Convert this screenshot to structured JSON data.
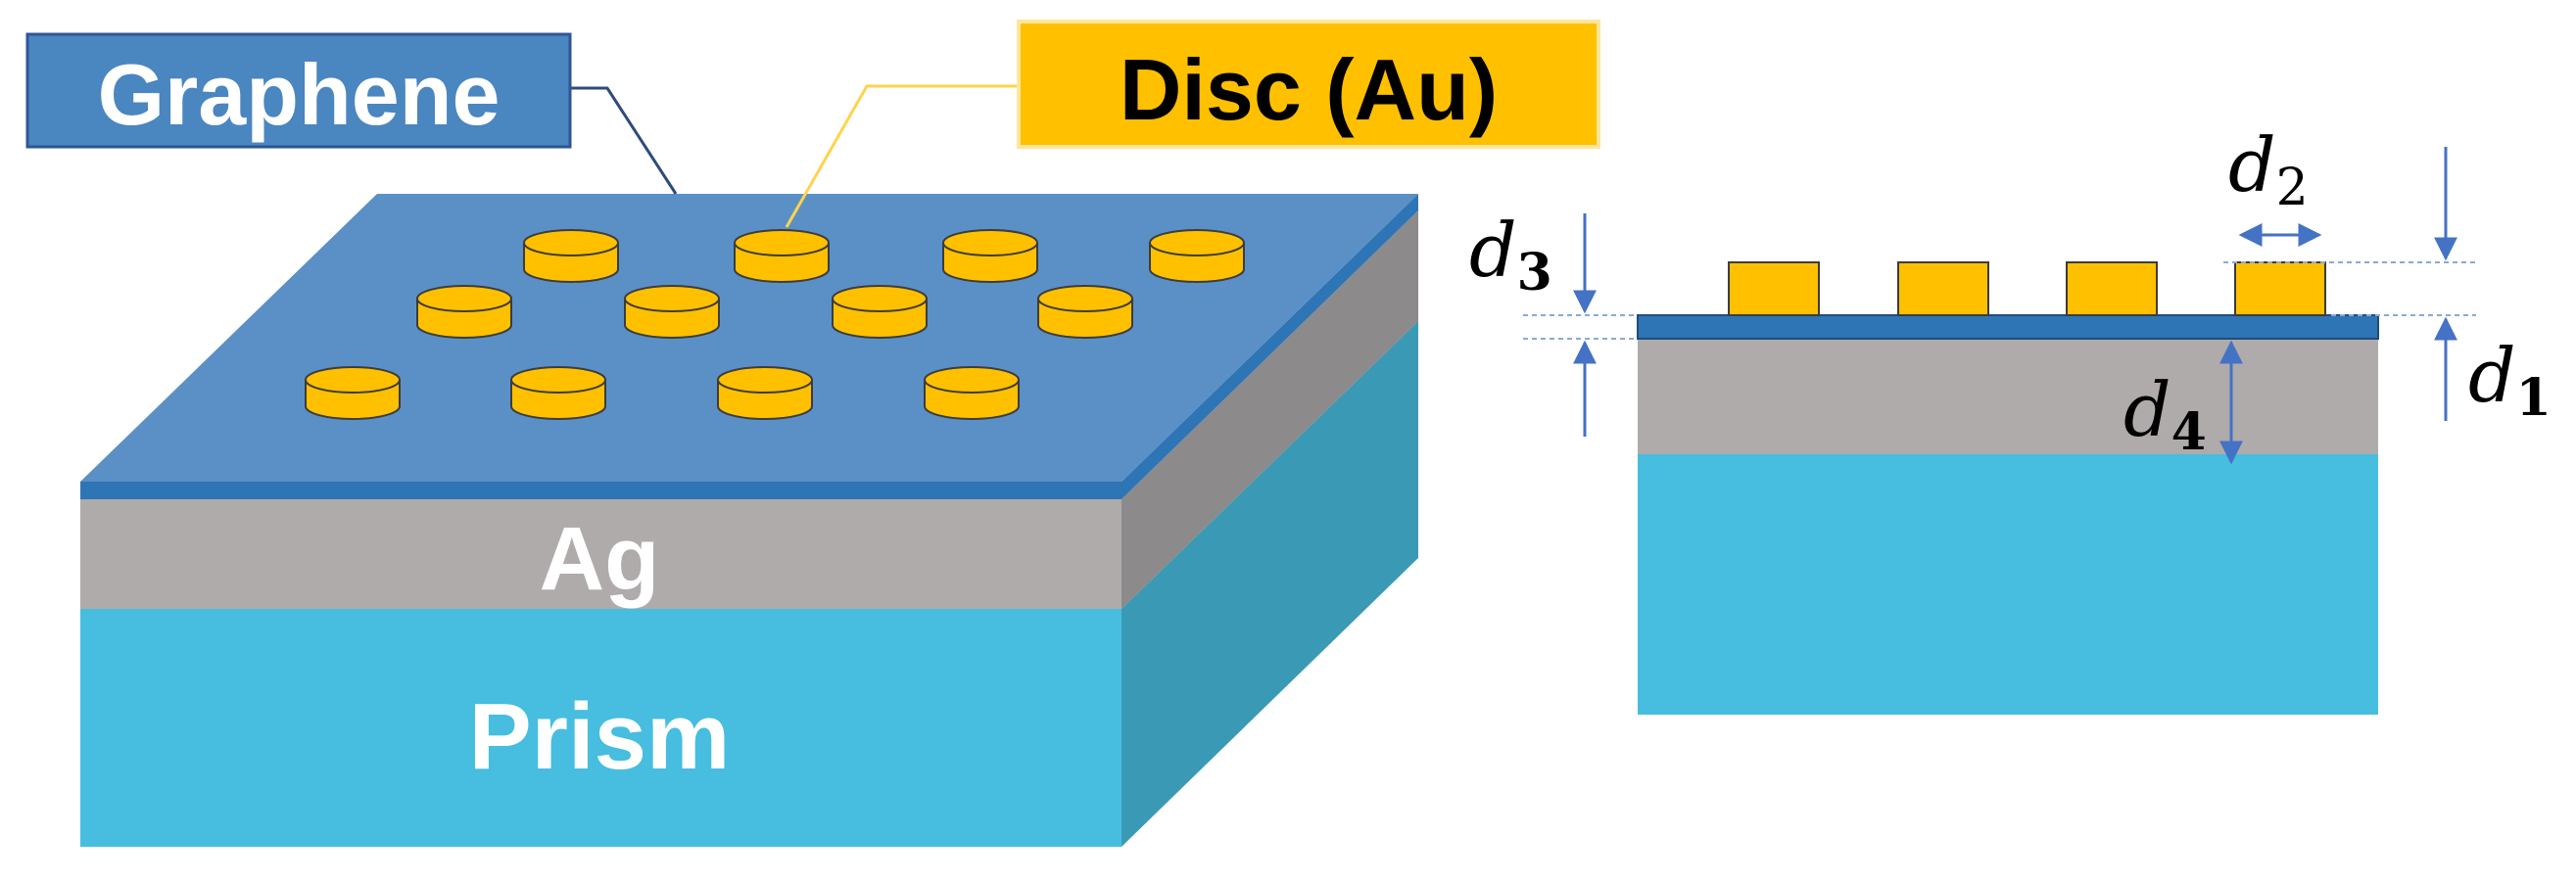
{
  "labels": {
    "graphene": "Graphene",
    "disc": "Disc (Au)",
    "ag": "Ag",
    "prism": "Prism"
  },
  "dimensions": {
    "d1": {
      "base": "d",
      "sub": "1"
    },
    "d2": {
      "base": "d",
      "sub": "2"
    },
    "d3": {
      "base": "d",
      "sub": "3"
    },
    "d4": {
      "base": "d",
      "sub": "4"
    }
  },
  "colors": {
    "graphene_top": "#5b90c6",
    "graphene_edge": "#2e75b6",
    "graphene_label_bg": "#4a86c0",
    "gold": "#ffc000",
    "ag": "#afabab",
    "ag_side": "#8c8a8a",
    "prism": "#47bde0",
    "prism_side": "#3a9ab5",
    "arrow": "#4472c4"
  }
}
